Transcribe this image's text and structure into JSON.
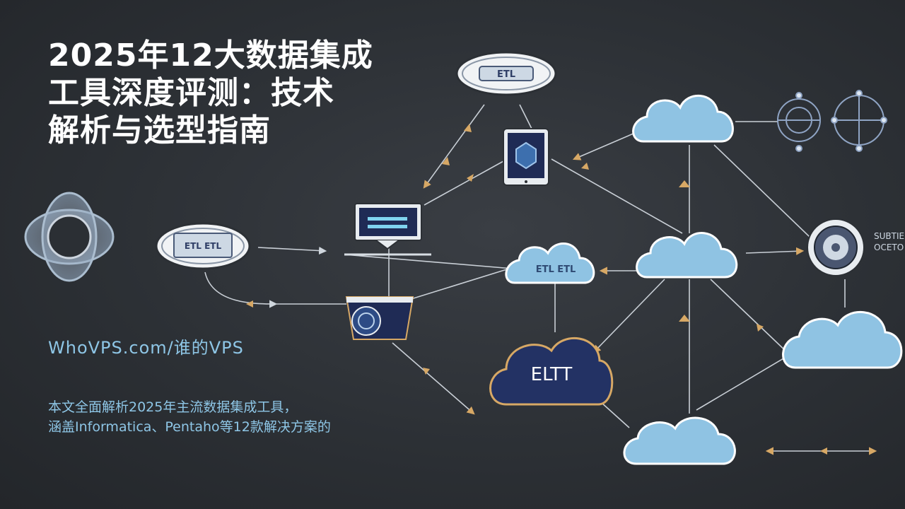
{
  "title_lines": [
    "2025年12大数据集成",
    "工具深度评测：技术",
    "解析与选型指南"
  ],
  "site": "WhoVPS.com/谁的VPS",
  "summary_lines": [
    "本文全面解析2025年主流数据集成工具，",
    "涵盖Informatica、Pentaho等12款解决方案的"
  ],
  "diagram": {
    "center_cloud_label": "ELTT",
    "mid_cloud_label": "ETL ETL",
    "badge_top_label": "ETL",
    "badge_left_label": "ETL ETL",
    "right_text": [
      "SUBTIE",
      "OCETO"
    ]
  },
  "colors": {
    "cloud_fill": "#8fc3e3",
    "cloud_stroke": "#ffffff",
    "navy": "#233264",
    "accent_gold": "#d7a865",
    "text_blue": "#8ec6e6"
  }
}
